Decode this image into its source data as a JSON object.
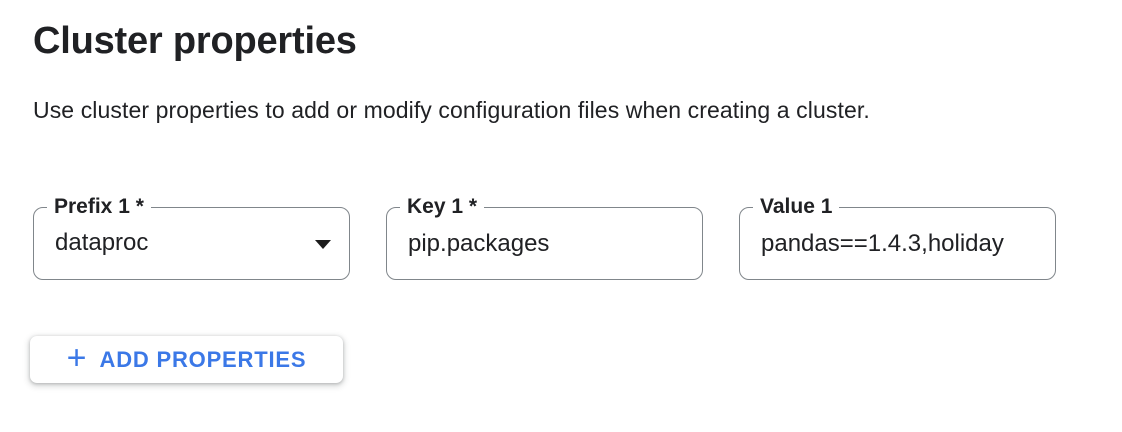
{
  "header": {
    "title": "Cluster properties",
    "description": "Use cluster properties to add or modify configuration files when creating a cluster."
  },
  "form": {
    "fields": [
      {
        "label": "Prefix 1 *",
        "value": "dataproc",
        "type": "select"
      },
      {
        "label": "Key 1 *",
        "value": "pip.packages",
        "type": "text"
      },
      {
        "label": "Value 1",
        "value": "pandas==1.4.3,holiday",
        "type": "text"
      }
    ]
  },
  "buttons": {
    "add_properties": {
      "label": "ADD PROPERTIES",
      "plus_glyph": "+"
    }
  },
  "icons": {
    "prefix_field": "arrow-drop-down-icon",
    "add_button": "plus-icon"
  },
  "colors": {
    "accent_blue": "#3b78e7",
    "text_primary": "#202124",
    "field_border": "#80868b",
    "background": "#ffffff"
  }
}
